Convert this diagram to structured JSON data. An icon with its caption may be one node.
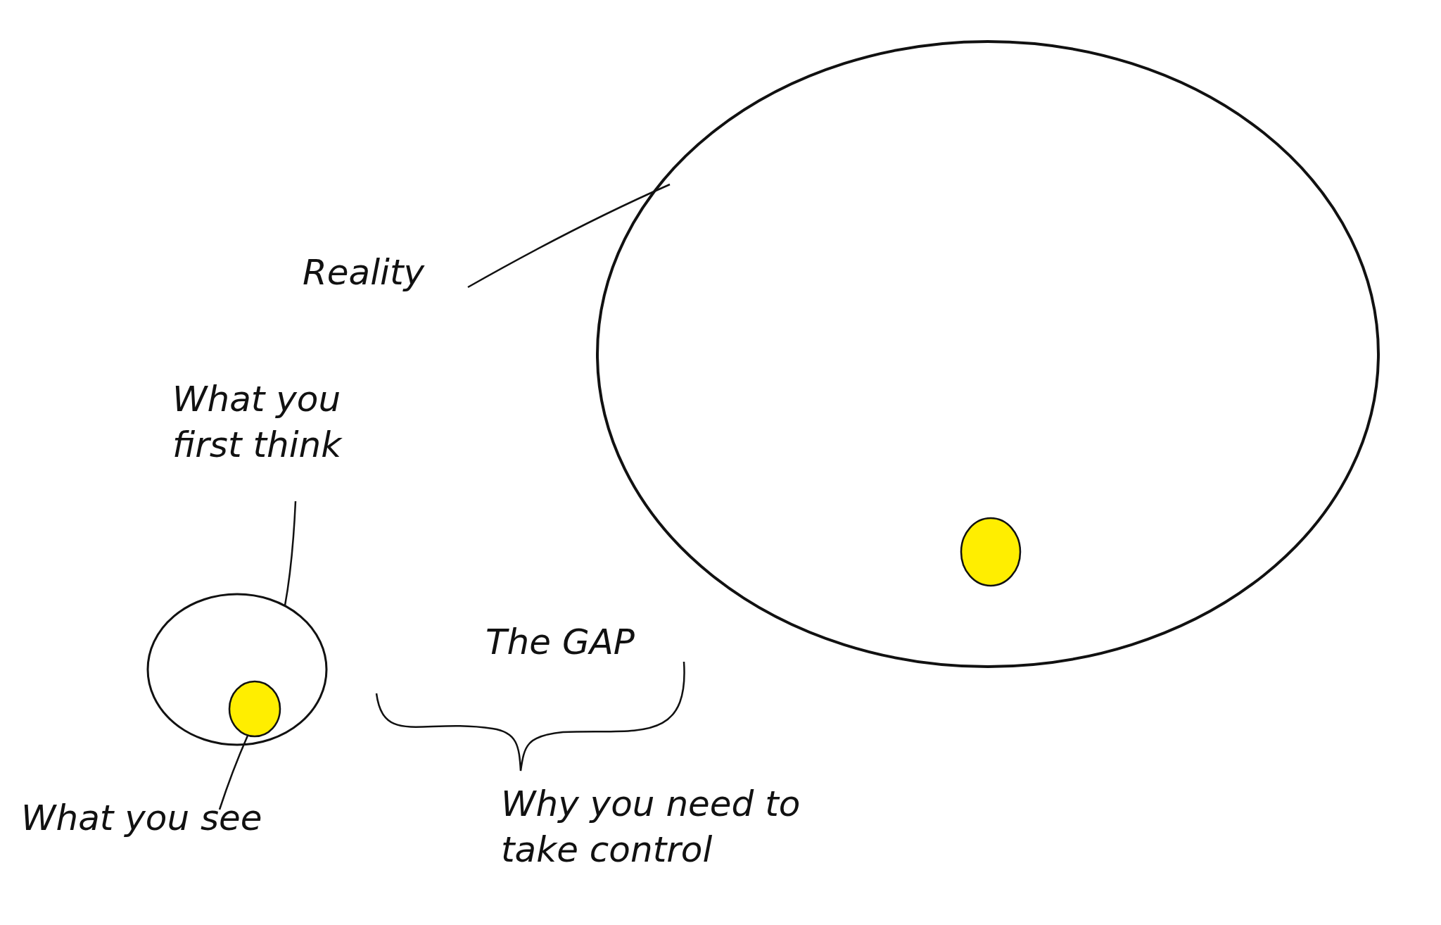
{
  "diagram": {
    "nodes": [
      {
        "text": [
          "Reality"
        ]
      },
      {
        "text": [],
        "shape": "circle"
      },
      {
        "text": [],
        "shape": "circle",
        "in": 1
      },
      {
        "text": [
          "What you first think"
        ]
      },
      {
        "text": [],
        "shape": "circle"
      },
      {
        "text": [],
        "shape": "circle",
        "in": 4
      },
      {
        "text": [
          "What you see"
        ]
      }
    ],
    "edges": [
      {
        "from": 0,
        "to": 1,
        "arrow": "none"
      },
      {
        "from": 3,
        "to": 4,
        "arrow": "none"
      },
      {
        "from": 6,
        "to": 5,
        "arrow": "none"
      }
    ],
    "labels": [
      "The GAP",
      "Why you need to take control"
    ]
  }
}
